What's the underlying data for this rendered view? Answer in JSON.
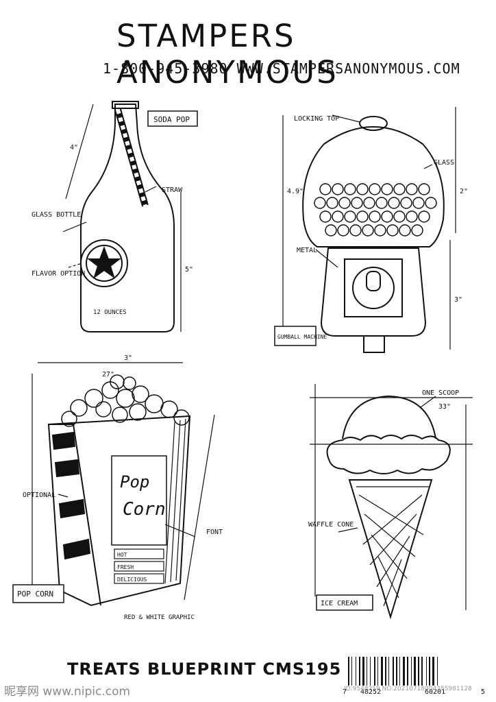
{
  "header": {
    "brand": "STAMPERS ANONYMOUS",
    "contact": "1-800-945-3980 WWW.STAMPERSANONYMOUS.COM"
  },
  "panels": {
    "soda": {
      "tag": "SODA POP",
      "labels": [
        "GLASS BOTTLE",
        "FLAVOR OPTION",
        "STRAW",
        "12 OUNCES"
      ],
      "dims": [
        "4\"",
        "5\""
      ]
    },
    "gumball": {
      "tag": "GUMBALL MACHINE",
      "labels": [
        "LOCKING TOP",
        "GLASS",
        "METAL"
      ],
      "dims": [
        "4.9\"",
        "2\"",
        "3\""
      ]
    },
    "popcorn": {
      "tag": "POP CORN",
      "labels": [
        "OPTIONAL",
        "FONT",
        "RED & WHITE GRAPHIC"
      ],
      "dims": [
        "3\"",
        "27\""
      ],
      "box_text": [
        "Pop",
        "Corn",
        "HOT",
        "FRESH",
        "DELICIOUS"
      ]
    },
    "icecream": {
      "tag": "ICE CREAM",
      "labels": [
        "ONE SCOOP",
        "WAFFLE CONE"
      ],
      "dims": [
        "33\""
      ]
    }
  },
  "footer": {
    "product": "TREATS BLUEPRINT CMS195",
    "barcode_digits": [
      "7",
      "48252",
      "60201",
      "5"
    ],
    "watermark_left": "昵享网 www.nipic.com",
    "watermark_right": "ID:9548219 NO:20210718004355981128"
  }
}
